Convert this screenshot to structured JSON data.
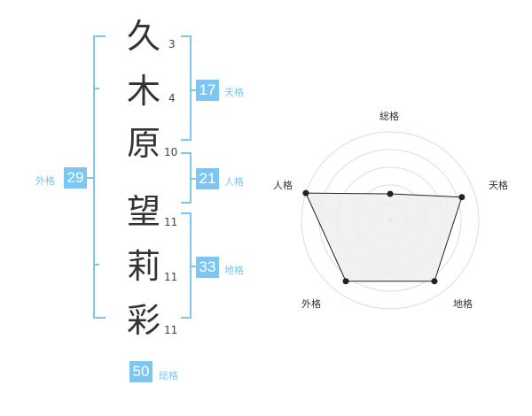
{
  "name_chars": [
    {
      "char": "久",
      "strokes": "3"
    },
    {
      "char": "木",
      "strokes": "4"
    },
    {
      "char": "原",
      "strokes": "10"
    },
    {
      "char": "望",
      "strokes": "11"
    },
    {
      "char": "莉",
      "strokes": "11"
    },
    {
      "char": "彩",
      "strokes": "11"
    }
  ],
  "kakusu": {
    "tenkaku": {
      "label": "天格",
      "value": "17"
    },
    "jinkaku": {
      "label": "人格",
      "value": "21"
    },
    "chikaku": {
      "label": "地格",
      "value": "33"
    },
    "gaikaku": {
      "label": "外格",
      "value": "29"
    },
    "soukaku": {
      "label": "総格",
      "value": "50"
    }
  },
  "radar": {
    "axes": [
      "総格",
      "天格",
      "地格",
      "外格",
      "人格"
    ],
    "levels": [
      0.3,
      0.85,
      0.85,
      0.85,
      1.0
    ],
    "colors": {
      "fill": "#eeeeee",
      "stroke": "#222222",
      "grid": "#dddddd",
      "accent": "#7cc7f2"
    }
  }
}
